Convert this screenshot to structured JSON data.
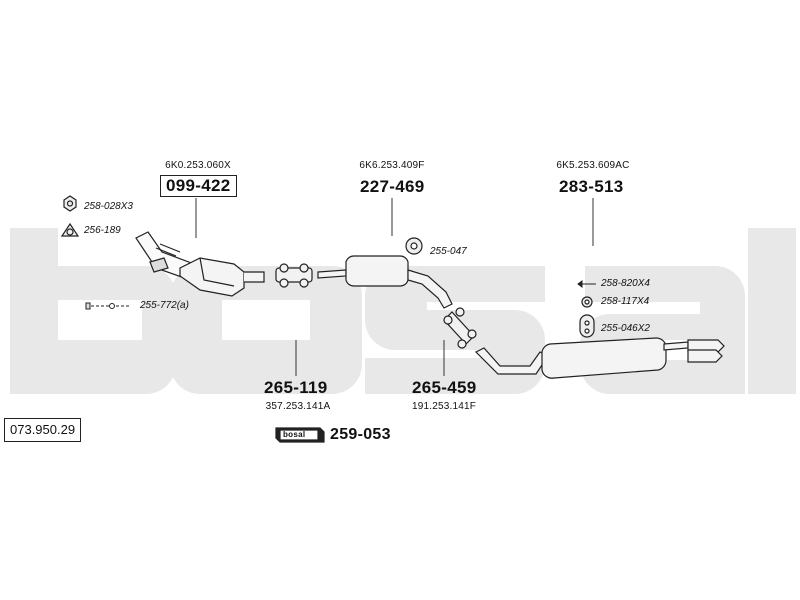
{
  "watermark": {
    "text": "bosal",
    "color": "#e6e6e6"
  },
  "catalog_number": "073.950.29",
  "parts": [
    {
      "id": "catalyst",
      "part_no": "099-422",
      "oe_no": "6K0.253.060X",
      "boxed": true
    },
    {
      "id": "front-silencer",
      "part_no": "227-469",
      "oe_no": "6K6.253.409F",
      "boxed": false
    },
    {
      "id": "rear-silencer",
      "part_no": "283-513",
      "oe_no": "6K5.253.609AC",
      "boxed": false
    },
    {
      "id": "clamp-front",
      "part_no": "265-119",
      "oe_no": "357.253.141A",
      "boxed": false
    },
    {
      "id": "clamp-rear",
      "part_no": "265-459",
      "oe_no": "191.253.141F",
      "boxed": false
    }
  ],
  "accessories": [
    {
      "id": "nut",
      "label": "258-028X3"
    },
    {
      "id": "gasket",
      "label": "256-189"
    },
    {
      "id": "bolt-front",
      "label": "255-772(a)"
    },
    {
      "id": "rubber-front",
      "label": "255-047"
    },
    {
      "id": "bolt-rear",
      "label": "258-820X4"
    },
    {
      "id": "washer-rear",
      "label": "258-117X4"
    },
    {
      "id": "rubber-rear",
      "label": "255-046X2"
    }
  ],
  "assembly_kit": {
    "part_no": "259-053",
    "tube_label": "bosal"
  }
}
